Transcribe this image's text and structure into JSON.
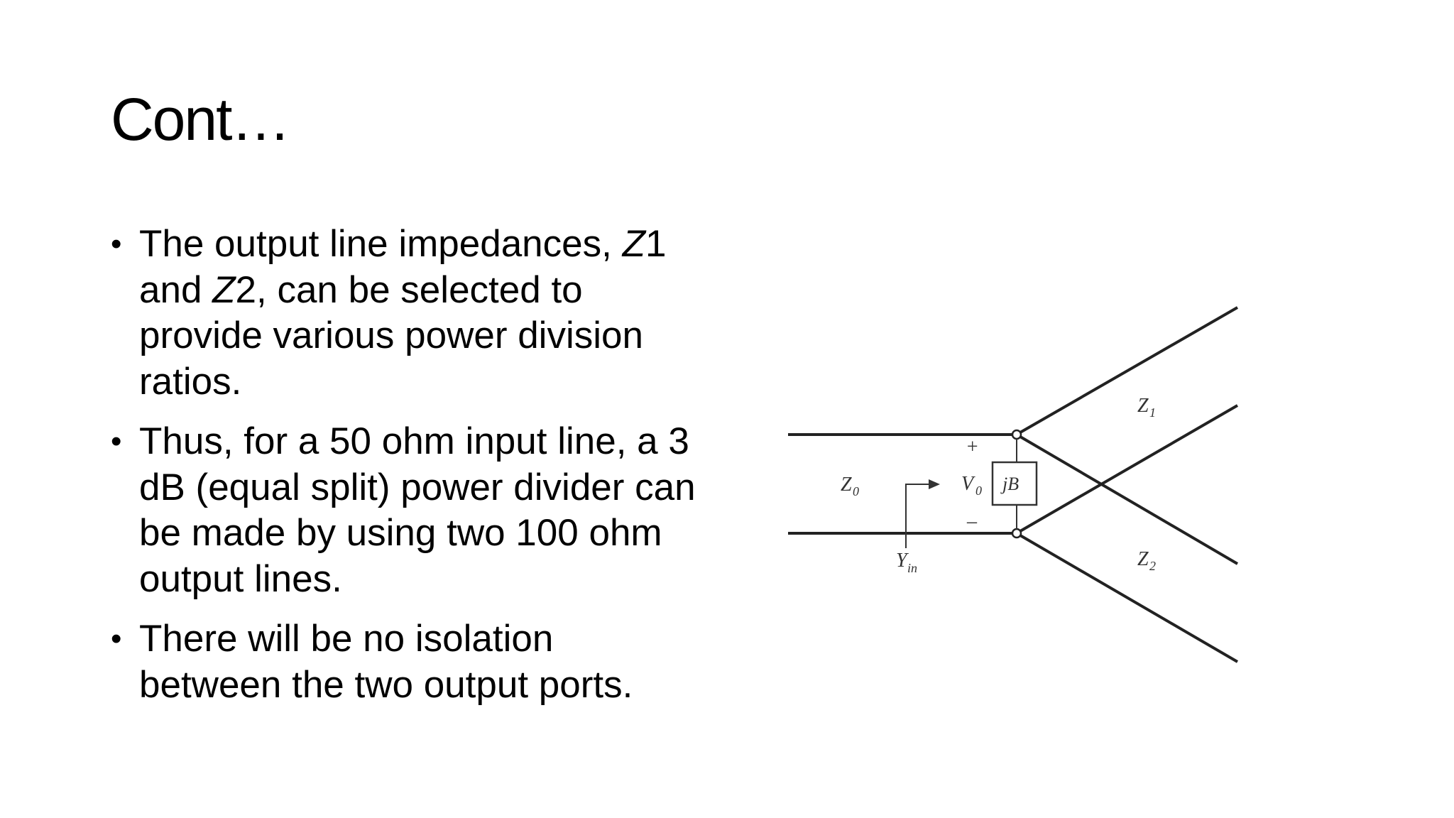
{
  "slide": {
    "title": "Cont…",
    "bullets": [
      {
        "parts": [
          "The output line impedances, ",
          "Z",
          "1 and ",
          "Z",
          "2, can be selected to provide various power division ratios."
        ]
      },
      {
        "text": "Thus, for a 50 ohm  input line, a 3 dB (equal split) power divider can be made by using two 100 ohm output lines."
      },
      {
        "text": "There will be no isolation between the two output ports."
      }
    ]
  },
  "diagram": {
    "labels": {
      "z0": "Z",
      "z0_sub": "0",
      "yin": "Y",
      "yin_sub": "in",
      "plus": "+",
      "minus": "–",
      "v0": "V",
      "v0_sub": "0",
      "jb": "jB",
      "z1": "Z",
      "z1_sub": "1",
      "z2": "Z",
      "z2_sub": "2"
    }
  }
}
